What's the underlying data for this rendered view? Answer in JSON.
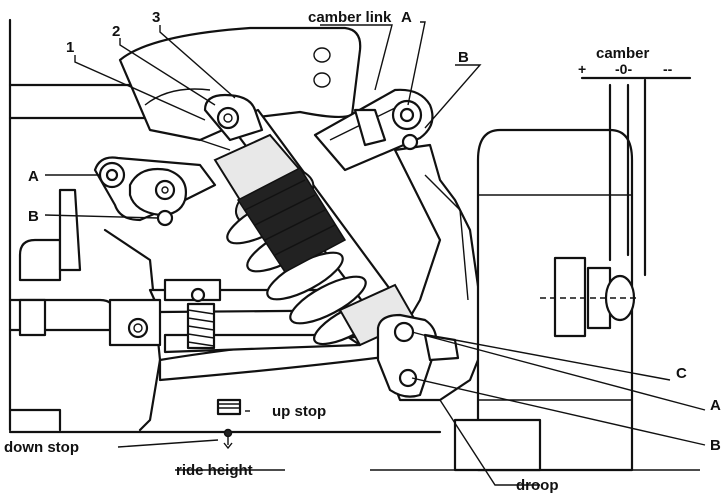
{
  "labels": {
    "camber_link": "camber link",
    "top_A": "A",
    "top_B": "B",
    "num_1": "1",
    "num_2": "2",
    "num_3": "3",
    "camber": "camber",
    "plus": "+",
    "zero": "-0-",
    "minus": "--",
    "left_A": "A",
    "left_B": "B",
    "right_C": "C",
    "right_A": "A",
    "right_B": "B",
    "up_stop": "up stop",
    "down_stop": "down stop",
    "ride_height": "ride height",
    "droop": "droop"
  }
}
